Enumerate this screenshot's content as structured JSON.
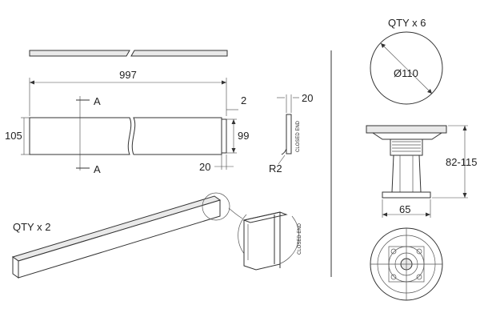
{
  "dimensions": {
    "length": "997",
    "height": "105",
    "inner_height": "99",
    "end_offset": "20",
    "top_offset": "2",
    "profile_width": "20",
    "radius": "R2",
    "section_mark": "A",
    "pad_diameter": "Ø110",
    "leg_height": "82-115",
    "leg_base_width": "65"
  },
  "labels": {
    "closed_end": "CLOSED END",
    "qty_panels": "QTY x 2",
    "qty_legs": "QTY x 6"
  },
  "colors": {
    "line": "#333333",
    "fill": "#e9e9e9"
  }
}
